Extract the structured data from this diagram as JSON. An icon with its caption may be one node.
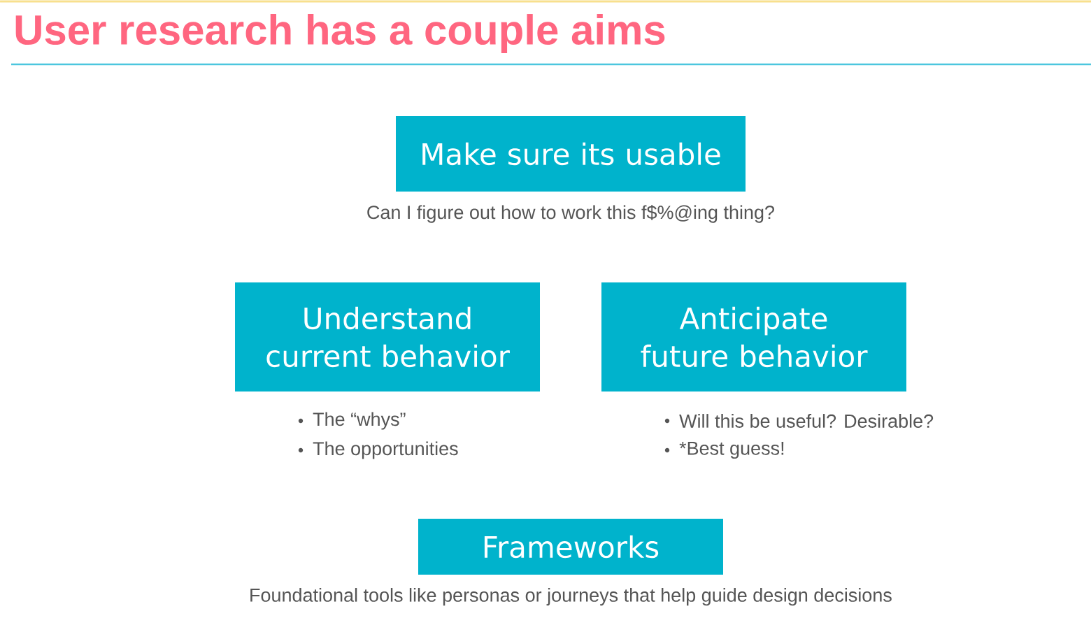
{
  "diagram": {
    "title": "User research has a couple aims",
    "nodes": [
      {
        "text": [
          "Make sure its usable"
        ],
        "beside": [
          "Can I figure out how to work this f$%@ing thing?"
        ]
      },
      {
        "text": [
          "Understand current behavior"
        ],
        "beside": [
          "The “whys”",
          "The opportunities"
        ]
      },
      {
        "text": [
          "Anticipate future behavior"
        ],
        "beside": [
          "Will this be useful? Desirable?",
          "*Best guess!"
        ]
      },
      {
        "text": [
          "Frameworks"
        ],
        "beside": [
          "Foundational tools like personas or journeys that help guide design decisions"
        ]
      }
    ],
    "edges": []
  }
}
